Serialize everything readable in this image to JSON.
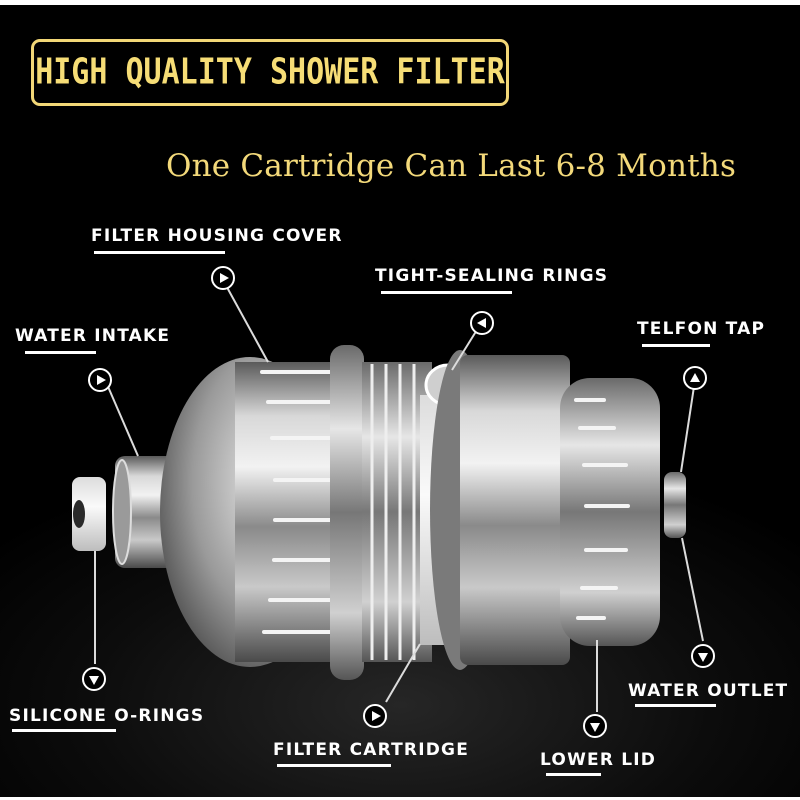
{
  "header": {
    "title": "HIGH QUALITY SHOWER FILTER",
    "subtitle": "One Cartridge Can Last 6-8 Months"
  },
  "colors": {
    "gold": "#f6dd76",
    "background": "#000000",
    "label": "#ffffff"
  },
  "callouts": [
    {
      "id": "filter-housing-cover",
      "label": "FILTER HOUSING COVER",
      "marker": "play-right"
    },
    {
      "id": "tight-sealing-rings",
      "label": "TIGHT-SEALING RINGS",
      "marker": "play-left"
    },
    {
      "id": "water-intake",
      "label": "WATER INTAKE",
      "marker": "play-right"
    },
    {
      "id": "telfon-tap",
      "label": "TELFON TAP",
      "marker": "play-up"
    },
    {
      "id": "silicone-o-rings",
      "label": "SILICONE O-RINGS",
      "marker": "play-down"
    },
    {
      "id": "filter-cartridge",
      "label": "FILTER CARTRIDGE",
      "marker": "play-right"
    },
    {
      "id": "lower-lid",
      "label": "LOWER LID",
      "marker": "play-down"
    },
    {
      "id": "water-outlet",
      "label": "WATER OUTLET",
      "marker": "play-down"
    }
  ]
}
